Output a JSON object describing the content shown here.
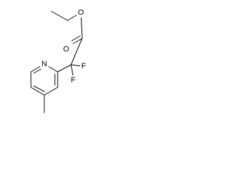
{
  "molecule": {
    "atoms": {
      "ester_oxygen": "O",
      "carbonyl_oxygen": "O",
      "fluorine_upper": "F",
      "fluorine_lower": "F",
      "ring_nitrogen": "N"
    }
  },
  "colors": {
    "bond": "#000000",
    "label": "#000000",
    "background": "#ffffff"
  }
}
